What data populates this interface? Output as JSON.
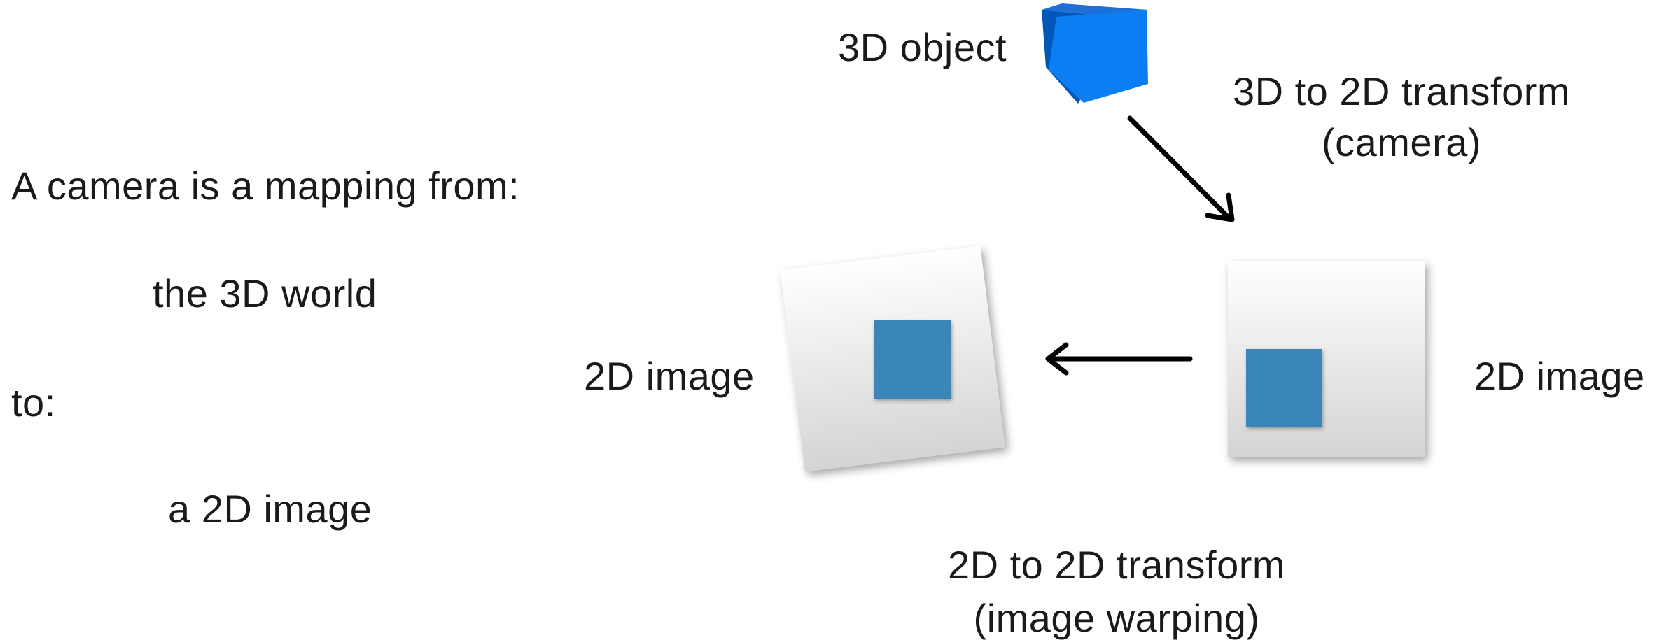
{
  "left_text": {
    "line1": "A camera is a mapping from:",
    "line2": "the 3D world",
    "line3": "to:",
    "line4": "a 2D image"
  },
  "labels": {
    "object": "3D object",
    "camera_transform_line1": "3D to 2D transform",
    "camera_transform_line2": "(camera)",
    "image_left": "2D image",
    "image_right": "2D image",
    "warp_transform_line1": "2D to 2D transform",
    "warp_transform_line2": "(image warping)"
  },
  "colors": {
    "cube_front": "#0a7ef2",
    "cube_top": "#1f6fd6",
    "cube_side": "#0057b8",
    "square": "#3a86b8",
    "arrow": "#000000",
    "panel_light": "#ffffff",
    "panel_dark": "#d4d4d4"
  }
}
